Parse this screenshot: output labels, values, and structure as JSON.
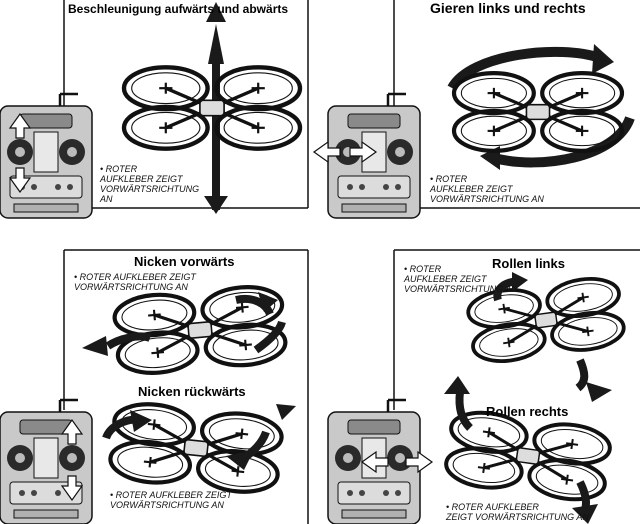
{
  "panels": [
    {
      "title": "Beschleunigung aufwärts und abwärts",
      "note": [
        "• ROTER",
        "AUFKLEBER ZEIGT",
        "VORWÄRTSRICHTUNG",
        "AN"
      ]
    },
    {
      "title": "Gieren links und rechts",
      "note": [
        "• ROTER",
        "AUFKLEBER ZEIGT",
        "VORWÄRTSRICHTUNG AN"
      ]
    },
    {
      "title": "Nicken vorwärts",
      "title2": "Nicken rückwärts",
      "note": [
        "• ROTER AUFKLEBER ZEIGT",
        "VORWÄRTSRICHTUNG AN"
      ],
      "note2": [
        "• ROTER AUFKLEBER ZEIGT",
        "VORWÄRTSRICHTUNG AN"
      ]
    },
    {
      "title": "Rollen links",
      "title2": "Rollen rechts",
      "note": [
        "• ROTER",
        "AUFKLEBER ZEIGT",
        "VORWÄRTSRICHTUNG AN"
      ],
      "note2": [
        "• ROTER AUFKLEBER",
        "ZEIGT VORWÄRTSRICHTUNG AN"
      ]
    }
  ],
  "colors": {
    "ink": "#111111",
    "controller": "#c9c9c9",
    "paper": "#ffffff"
  }
}
